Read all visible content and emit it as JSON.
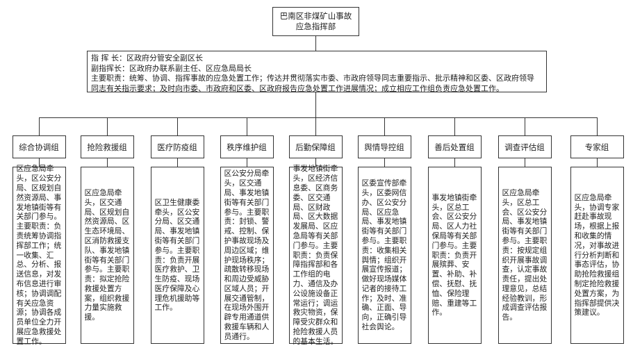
{
  "title": {
    "line1": "巴南区非煤矿山事故",
    "line2": "应急指挥部"
  },
  "leaders": {
    "line1": "指 挥 长：区政府分管安全副区长",
    "line2": "副指挥长：区政府办联系副主任、区应急局局长",
    "line3": "主要职责：统筹、协调、指挥事故的应急处置工作；传达并贯彻落实市委、市政府领导同志重要指示、批示精神和区委、区政府领导",
    "line4": "同志有关指示要求；及时向市委、市政府和区委、区政府报告应急处置工作进展情况；成立相应工作组负责应急处置工作。"
  },
  "groups": [
    {
      "name": "综合协调组",
      "desc": "区应急局牵头，区公安分局、区规划自然资源局、事发地镇街等有关部门参与。主要职责：负责统筹协调指挥部工作；统一收集、汇总、分析、报送信息，对发布信息进行审核；协调调配有关应急资源；协调各成员单位全力开展应急救援处置工作。"
    },
    {
      "name": "抢险救援组",
      "desc": "区应急局牵头，区交通局、区规划自然资源局、区生态环境局、区消防救援支队、事发地镇街等有关部门参与。主要职责：拟定抢险救援处置方案，组织救援力量实施救援。"
    },
    {
      "name": "医疗防疫组",
      "desc": "区卫生健康委牵头，区公安分局、区交通局、事发地镇街等有关部门参与。主要职责：负责开展医疗救护、卫生防疫、现场医疗保障及心理危机援助等工作。"
    },
    {
      "name": "秩序维护组",
      "desc": "区公安分局牵头，区交通局、事发地镇街等有关部门参与。主要职责：封锁、警戒、控制、保护事故现场及周边区域；维护现场秩序；疏散转移现场和周边受威胁区域人员；开展交通管制，在现场外围开辟专用通道供救援车辆和人员通行。"
    },
    {
      "name": "后勤保障组",
      "desc": "事发地镇街牵头，区经济信息委、区商务委、区交通局、区财政局、区大数据发展局、区应急局等有关部门参与。主要职责：负责保障指挥部和各工作组的电力、通信及办公设施设备正常运行；调运救灾物资，保障受灾群众和抢险救援人员的基本生活。"
    },
    {
      "name": "舆情导控组",
      "desc": "区委宣传部牵头，区委网信办、区公安分局、区应急局、事发地镇街等有关部门参与。主要职责：收集相关舆情；组织开展宣传报道；做好现场媒体记者的接待工作；及时、准确、正面、导向，正确引导社会舆论。"
    },
    {
      "name": "善后处置组",
      "desc": "事发地镇街牵头，区总工会、区公安分局、区人力社保局等有关部门参与。主要职责：负责开展殡葬、安置、补助、补偿、抚慰、抚恤、保险理赔、重建等工作。"
    },
    {
      "name": "调查评估组",
      "desc": "区应急局牵头，区总工会、区公安分局、事发地镇街等有关部门参与。主要职责：按规定组织开展事故调查，认定事故责任，提出处理意见，总结经验教训，形成调查评估报告。"
    },
    {
      "name": "专家组",
      "desc": "区应急局牵头，协调专家赶赴事故现场，根据上报和收集的情况，对事故进行分析判断和事态评估，协助抢险救援组制定抢险救援处置方案，为指挥部提供决策建议。"
    }
  ]
}
